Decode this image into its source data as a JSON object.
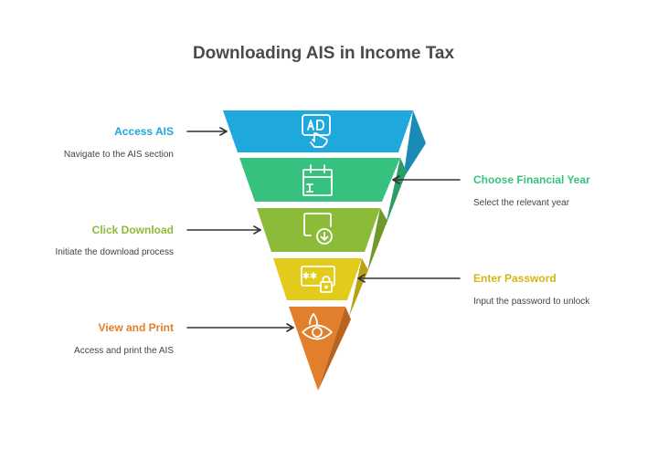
{
  "title": "Downloading AIS in Income Tax",
  "steps": [
    {
      "title": "Access AIS",
      "desc": "Navigate to the AIS section",
      "color": "#1ea8dc",
      "side": "left",
      "icon": "ad-click-icon"
    },
    {
      "title": "Choose Financial Year",
      "desc": "Select the relevant year",
      "color": "#36c27e",
      "side": "right",
      "icon": "calendar-icon"
    },
    {
      "title": "Click Download",
      "desc": "Initiate the download process",
      "color": "#8cbb3a",
      "side": "left",
      "icon": "download-icon"
    },
    {
      "title": "Enter Password",
      "desc": "Input the password to unlock",
      "color": "#e2cb1a",
      "side": "right",
      "icon": "password-lock-icon"
    },
    {
      "title": "View and Print",
      "desc": "Access and print the AIS",
      "color": "#e27f2c",
      "side": "left",
      "icon": "eye-drop-icon"
    }
  ]
}
